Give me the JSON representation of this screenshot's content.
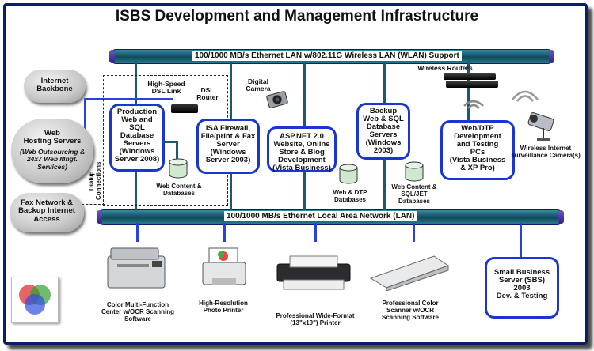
{
  "title": "ISBS Development and Management Infrastructure",
  "top_bus_label": "100/1000 MB/s Ethernet LAN w/802.11G Wireless LAN (WLAN) Support",
  "bottom_bus_label": "100/1000 MB/s Ethernet Local Area Network (LAN)",
  "clouds": {
    "internet": "Internet\nBackbone",
    "web_hosting_title": "Web\nHosting Servers",
    "web_hosting_sub": "(Web Outsourcing &\n24x7 Web Mngt.\nServices)",
    "fax": "Fax Network &\nBackup Internet\nAccess"
  },
  "labels": {
    "dsl_link": "High-Speed\nDSL Link",
    "dsl_router": "DSL\nRouter",
    "dialup": "Dialup\nConnections",
    "digital_camera": "Digital\nCamera",
    "wireless_routers": "Wireless Routers",
    "wireless_camera": "Wireless Internet\nsurveillance Camera(s)",
    "db1": "Web Content  &\nDatabases",
    "db2": "Web & DTP\nDatabases",
    "db3": "Web Content  &\nSQL/JET\nDatabases"
  },
  "boxes": {
    "production": "Production\nWeb and\nSQL\nDatabase\nServers\n(Windows\nServer 2008)",
    "isa": "ISA Firewall,\nFile/print & Fax\nServer\n(Windows\nServer 2003)",
    "aspnet": "ASP.NET 2.0\nWebsite, Online\nStore & Blog\nDevelopment\n(Vista Business)",
    "backup": "Backup\nWeb & SQL\nDatabase\nServers\n(Windows\n2003)",
    "webdtp": "Web/DTP\nDevelopment\nand Testing\nPCs\n(Vista Business\n& XP Pro)",
    "sbs": "Small Business\nServer (SBS)\n2003\nDev. & Testing"
  },
  "devices": {
    "mfc": "Color Multi-Function\nCenter w/OCR Scanning\nSoftware",
    "photo_printer": "High-Resolution\nPhoto Printer",
    "wide_printer": "Professional Wide-Format\n(13\"x19\") Printer",
    "scanner": "Professional  Color\nScanner w/OCR\nScanning Software"
  },
  "colors": {
    "bus": "#0e4a5a",
    "box_border": "#1a35d0",
    "frame_border": "#0a1f66"
  },
  "icons": [
    "cloud-icon",
    "router-icon",
    "database-icon",
    "camera-icon",
    "wireless-signal-icon",
    "printer-icon",
    "scanner-icon",
    "venn-logo-icon"
  ]
}
